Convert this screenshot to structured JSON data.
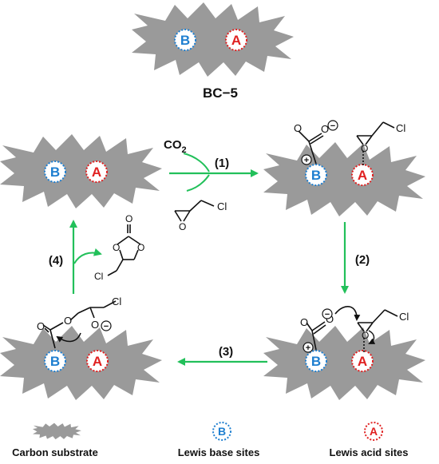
{
  "catalyst_label": "BC−5",
  "site_letters": {
    "base": "B",
    "acid": "A"
  },
  "steps": {
    "s1": "(1)",
    "s2": "(2)",
    "s3": "(3)",
    "s4": "(4)"
  },
  "reagents": {
    "co2_main": "CO",
    "co2_sub": "2",
    "chlorine": "Cl",
    "oxygen": "O"
  },
  "charges": {
    "plus": "+",
    "minus": "−"
  },
  "legend": {
    "carbon": "Carbon substrate",
    "base": "Lewis base sites",
    "acid": "Lewis acid sites"
  },
  "colors": {
    "substrate": "#9a9a9a",
    "base_site": "#1f7fd0",
    "acid_site": "#e02020",
    "arrow": "#22c05a"
  }
}
